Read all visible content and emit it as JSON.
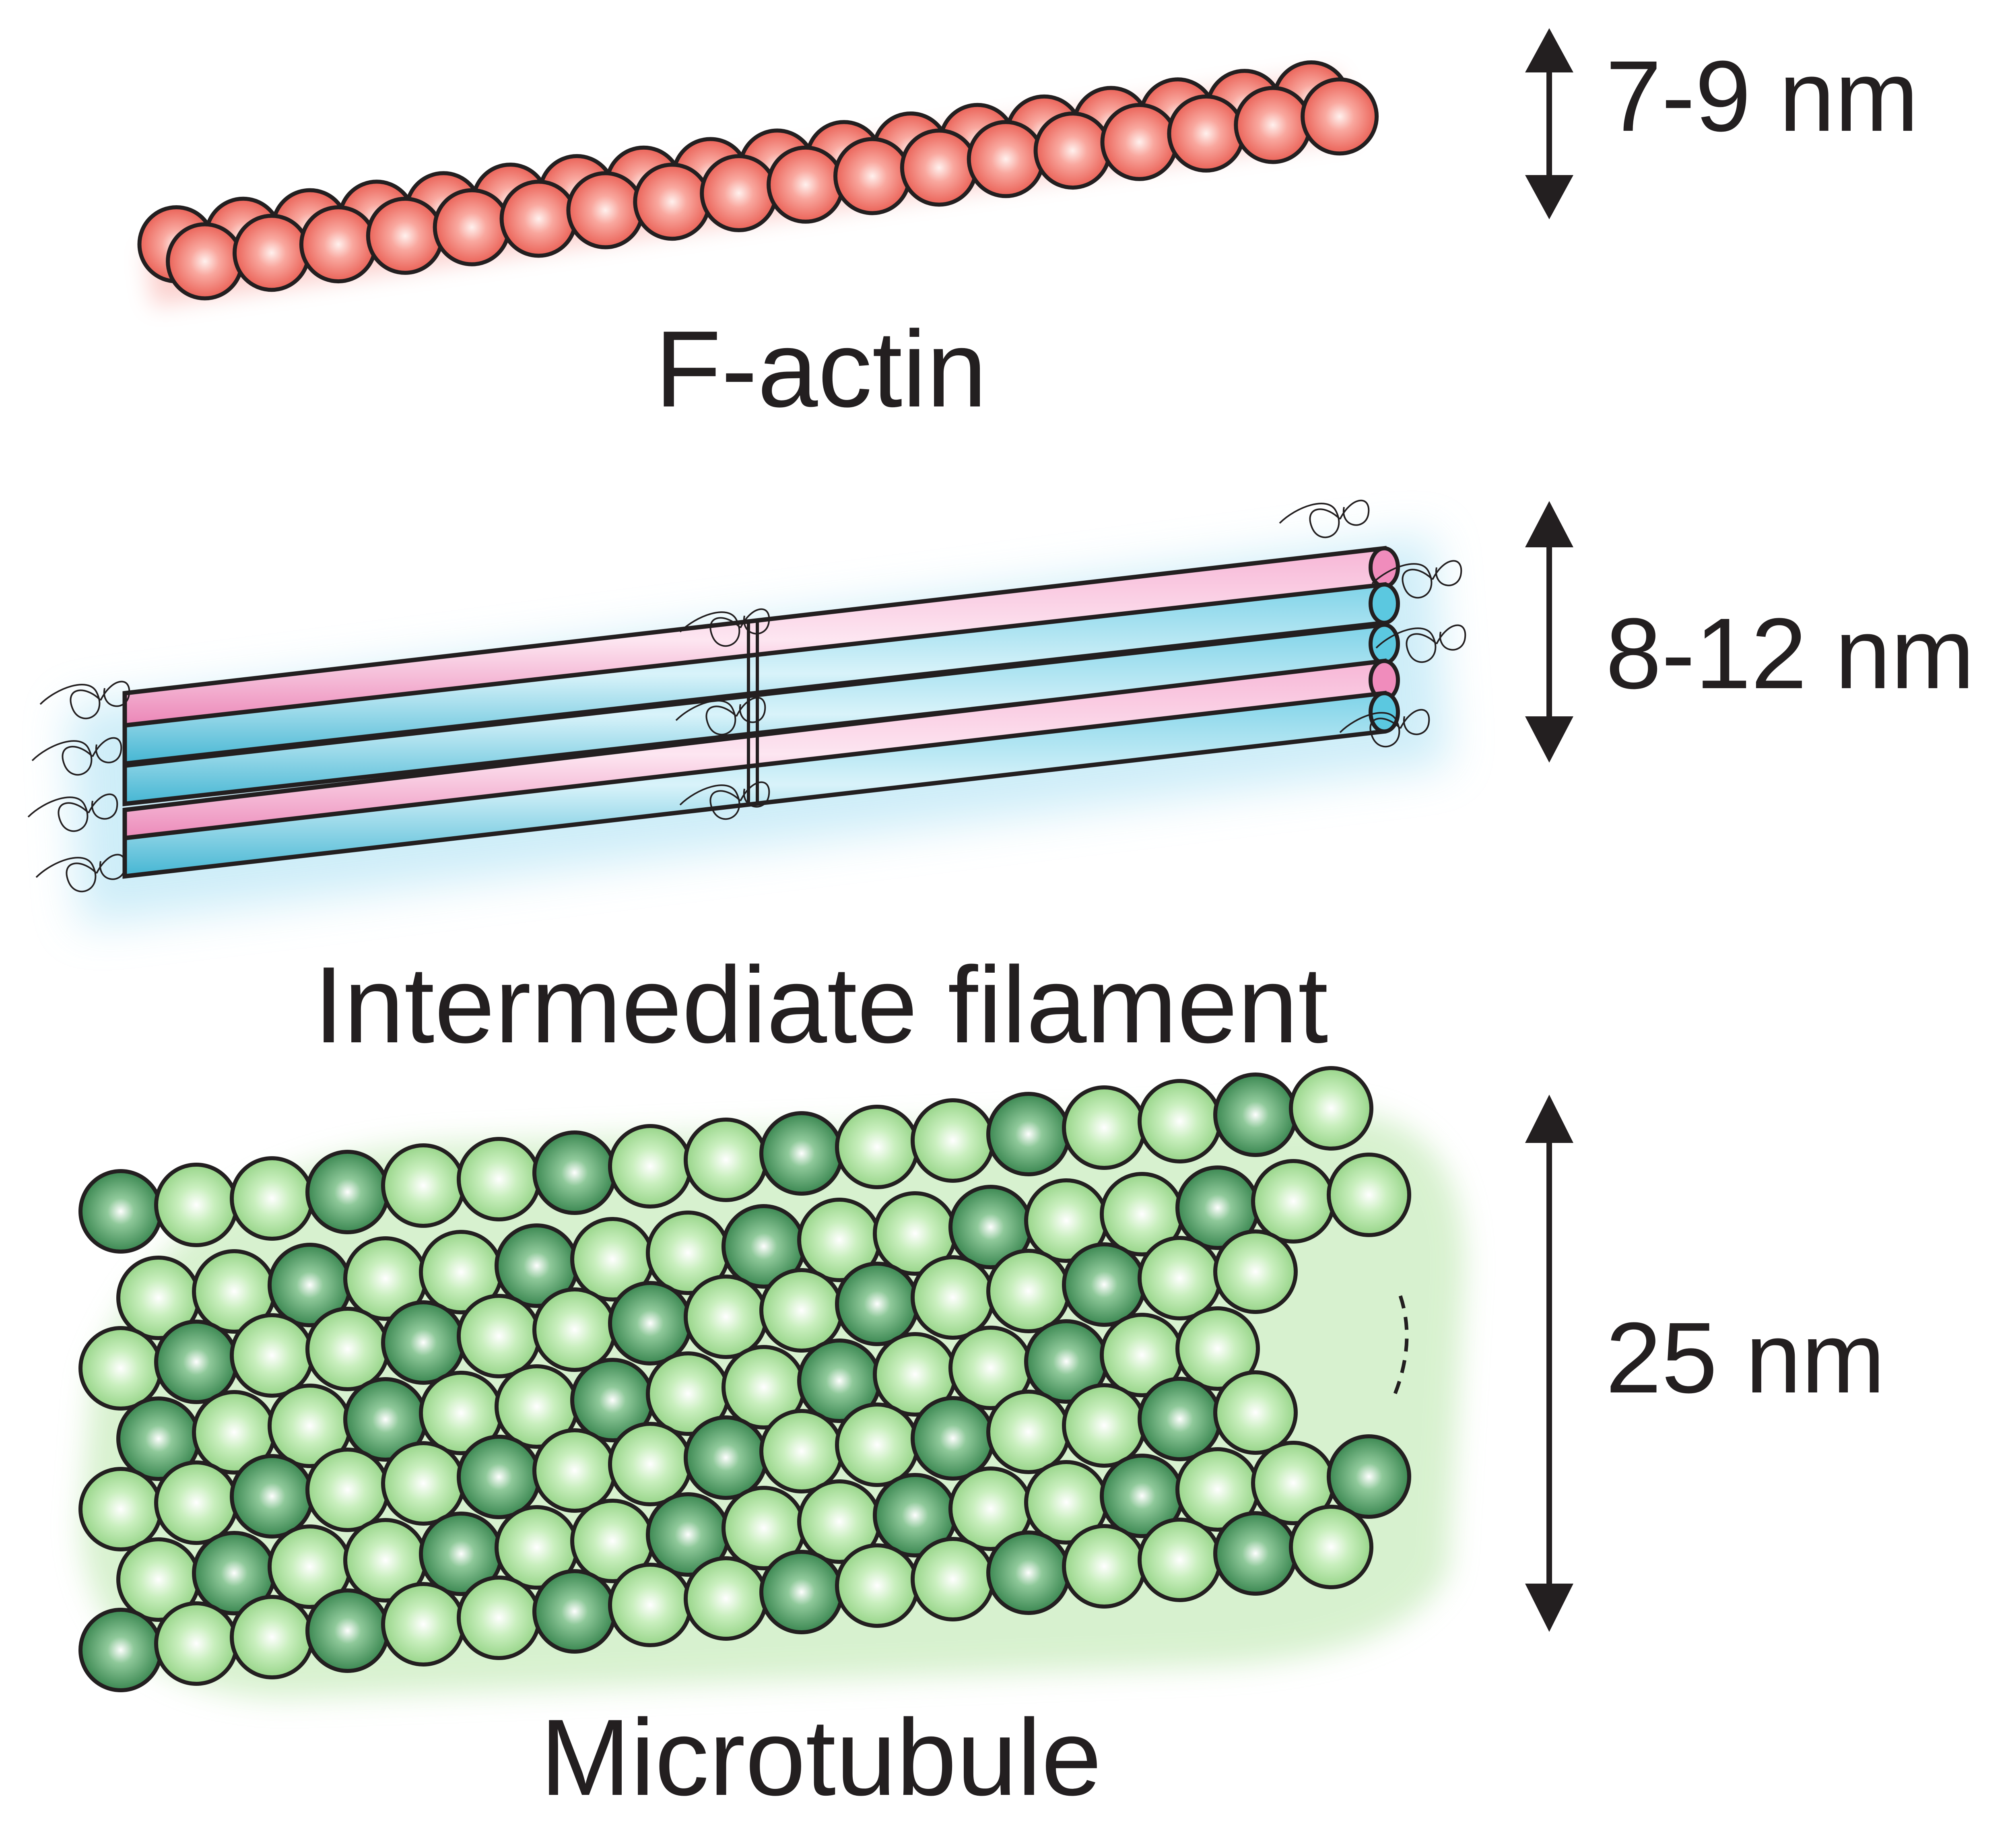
{
  "figure": {
    "filaments": [
      {
        "id": "f-actin",
        "label": "F-actin",
        "diameter_label": "7-9 nm",
        "colors": {
          "subunit": "#f0766c",
          "highlight": "#ffe4df",
          "glow": "#f57d74"
        }
      },
      {
        "id": "intermediate-filament",
        "label": "Intermediate filament",
        "diameter_label": "8-12 nm",
        "colors": {
          "rod_a": "#f08cbc",
          "rod_b": "#5bc8e0",
          "glow": "#bde7f6"
        }
      },
      {
        "id": "microtubule",
        "label": "Microtubule",
        "diameter_label": "25 nm",
        "colors": {
          "alpha_tubulin": "#a6df98",
          "beta_tubulin": "#3e9a5c",
          "glow": "#b8e6a8"
        }
      }
    ]
  }
}
